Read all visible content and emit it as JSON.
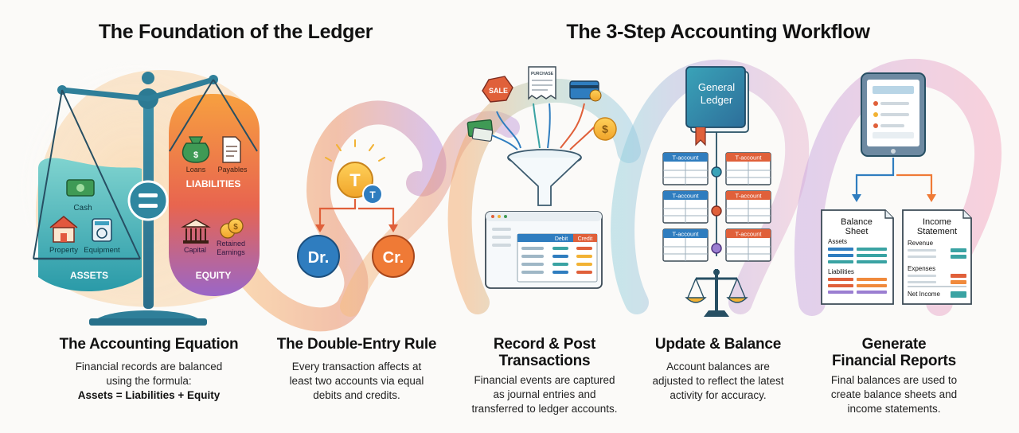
{
  "headings": {
    "left": "The Foundation of the Ledger",
    "right": "The 3-Step Accounting Workflow"
  },
  "panels": [
    {
      "title": [
        "The Accounting Equation"
      ],
      "desc": [
        "Financial records are balanced",
        "using the formula:"
      ],
      "formula": "Assets = Liabilities + Equity"
    },
    {
      "title": [
        "The Double-Entry Rule"
      ],
      "desc": [
        "Every transaction affects at",
        "least two accounts via equal",
        "debits and credits."
      ]
    },
    {
      "title": [
        "Record & Post",
        "Transactions"
      ],
      "desc": [
        "Financial events are captured",
        "as journal entries and",
        "transferred to ledger accounts."
      ]
    },
    {
      "title": [
        "Update & Balance"
      ],
      "desc": [
        "Account balances are",
        "adjusted to reflect the latest",
        "activity for accuracy."
      ]
    },
    {
      "title": [
        "Generate",
        "Financial Reports"
      ],
      "desc": [
        "Final balances are used to",
        "create balance sheets and",
        "income statements."
      ]
    }
  ],
  "equation_art": {
    "cash": "Cash",
    "property": "Property",
    "equipment": "Equipment",
    "assets": "ASSETS",
    "loans": "Loans",
    "payables": "Payables",
    "liabilities": "LIABILITIES",
    "capital": "Capital",
    "retained": [
      "Retained",
      "Earnings"
    ],
    "equity": "EQUITY"
  },
  "double_entry_art": {
    "t_big": "T",
    "t_small": "T",
    "debit": "Dr.",
    "credit": "Cr."
  },
  "record_art": {
    "sale_tag": "SALE",
    "receipt": "PURCHASE",
    "debit_col": "Debit",
    "credit_col": "Credit"
  },
  "update_art": {
    "book": [
      "General",
      "Ledger"
    ],
    "t_account": "T-account"
  },
  "reports_art": {
    "balance_sheet": [
      "Balance",
      "Sheet"
    ],
    "income_statement": [
      "Income",
      "Statement"
    ],
    "assets": "Assets",
    "liabilities": "Liabilities",
    "revenue": "Revenue",
    "expenses": "Expenses",
    "net_income": "Net Income"
  },
  "colors": {
    "teal": "#2b93a6",
    "orange": "#f08a3c",
    "purple": "#8f6fc2",
    "blue": "#2f7dbf",
    "red": "#e0603a",
    "gold": "#f2b234"
  }
}
